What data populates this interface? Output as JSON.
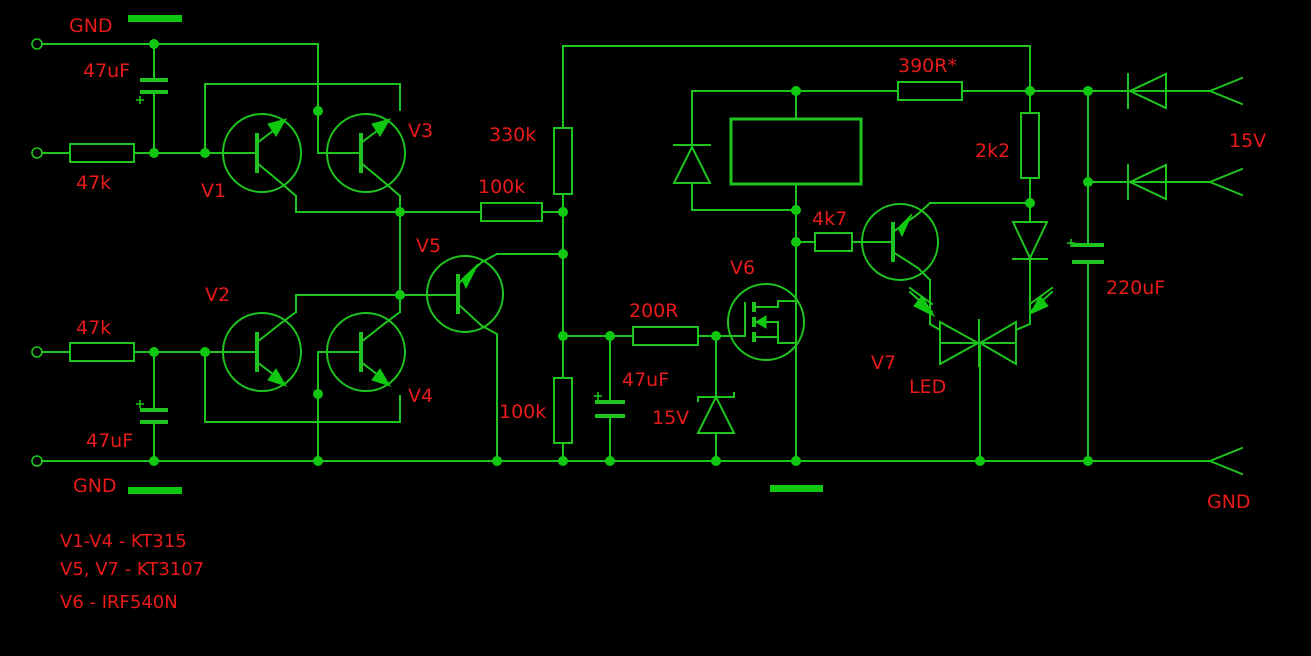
{
  "labels": {
    "gnd_top": "GND",
    "gnd_bottom_left": "GND",
    "gnd_right": "GND",
    "c1": "47uF",
    "c2": "47uF",
    "c3": "47uF",
    "c4": "220uF",
    "r_in1": "47k",
    "r_in2": "47k",
    "r_330k": "330k",
    "r_100k_top": "100k",
    "r_100k_bot": "100k",
    "r_200r": "200R",
    "r_4k7": "4k7",
    "r_390r": "390R*",
    "r_2k2": "2k2",
    "zener": "15V",
    "supply": "15V",
    "v1": "V1",
    "v2": "V2",
    "v3": "V3",
    "v4": "V4",
    "v5": "V5",
    "v6": "V6",
    "v7": "V7",
    "led": "LED"
  },
  "notes": [
    "V1-V4 - KT315",
    "V5, V7 - KT3107",
    "V6 - IRF540N"
  ]
}
